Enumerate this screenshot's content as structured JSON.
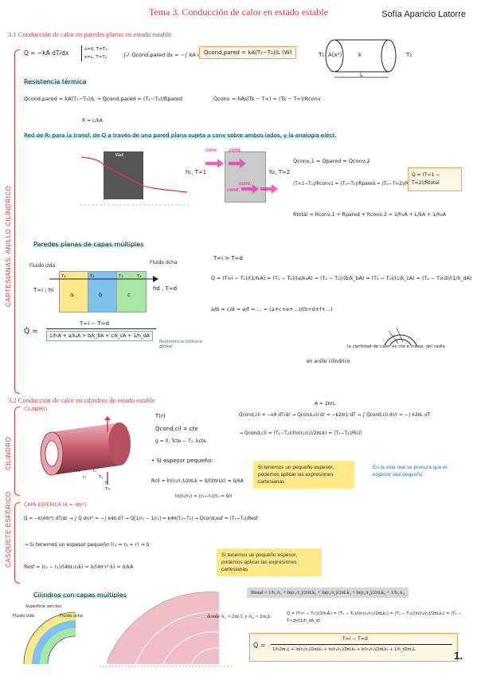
{
  "header": {
    "title": "Tema 3. Conducción de calor en estado estable",
    "author": "Sofía Aparicio Latorre"
  },
  "sections": {
    "s31": "3.1 Conducción de calor en paredes planas en estado estable",
    "s32": "3.2 Conducción de calor en cilindros de estado estable",
    "vertical_left": "CARTESIANAS, ANILLO CILÍNDRICO",
    "vertical_cyl": "CILINDRO",
    "vertical_sph": "CASQUETE ESFÉRICO"
  },
  "pared": {
    "fourier": "Q̇ = −kA dT/dx",
    "bc": "x=0, T=T₁ ; x=L, T=T₂",
    "integral": "∫₀ᴸ Q̇cond,pared dx = −∫ kA dT",
    "result_box": "Q̇cond,pared = kA(T₁−T₂)/L  (W)",
    "resistencia_title": "Resistencia térmica",
    "rcond_eq": "Q̇cond,pared = kA(T₁−T₂)/L  →  Q̇cond,pared = (T₁−T₂)/Rpared",
    "rconv_eq": "Q̇conv = hAs(Ts − T∞) = (Ts − T∞)/Rconv",
    "r_def": "R = L/kA",
    "cyl_label_A": "A(x²)",
    "cyl_label_k": "k",
    "cyl_T1": "T₁",
    "cyl_T2": "T₂",
    "cyl_L": "L"
  },
  "red": {
    "heading": "Red de Rₜ para la transf. de Q a través de una pared plana sujeta a conv sobre ambos lados, y la analogía eléct.",
    "h1": "h₁, T∞1",
    "h2": "h₂, T∞2",
    "conv1": "conv.",
    "cond": "cond.",
    "conv2": "conv.",
    "eq1": "Q̇conv,1 = Q̇pared = Q̇conv,2",
    "eq2": "(T∞1−T₁)/Rconv1 = (T₁−T₂)/Rpared = (T₂−T∞2)/Rconv2",
    "box": "Q̇ = (T∞1 − T∞2)/Rtotal",
    "total": "Rtotal = Rconv,1 + Rpared + Rconv,2 = 1/h₁A + L/kA + 1/h₂A",
    "wall_label": "Wall",
    "cond_small": "cond."
  },
  "capas": {
    "heading": "Paredes planas de capas múltiples",
    "fluido_izq": "Fluido izda",
    "fluido_dcha": "Fluido dcha",
    "t_inf_left": "T∞i ; hi",
    "t_inf_right": "hd , T∞d",
    "layers": [
      "a",
      "b",
      "c"
    ],
    "temps": [
      "T₁",
      "T₂",
      "T₃",
      "T₄"
    ],
    "cond": "T∞i > T∞d",
    "eq": "Q̇ = (T∞i − T₁)/(1/hᵢA) = (T₁ − T₂)/(a/kₐA) = (T₂ − T₃)/(b/k_bA) = (T₃ − T₄)/(c/k_cA) = (T₄ − T∞d)/(1/h_dA)",
    "prop": "a/b = c/d = e/f = ... = (a+c+e+...)/(b+d+f+...)",
    "global_num": "T∞i − T∞d",
    "global_den": "1/hᵢA + a/kₐA + b/k_bA + c/k_cA + 1/h_dA",
    "global_label": "Resistencia térmica global",
    "anillo_note": "la cantidad de calor es cte e indep. del radio",
    "anillo": "en anillo cilíndrico"
  },
  "cilindro": {
    "label": "CILINDRO",
    "tr": "T(r)",
    "qconst": "Q̇cond,cil = cte",
    "gen": "ġ = 0, Tcte − T₁,  kcte",
    "espesor": "• Si espesor pequeño:",
    "area": "A = 2πrL",
    "fourier": "Q̇cond,cil = −kA dT/dr  →  Q̇cond,cil·dr = −k2πrL·dT  →  ∫ Q̇cond,cil dr/r = −∫ k2πL dT",
    "result": "→ Q̇cond,cil = (T₁−T₂)/(ln(r₂/r₁)/2πLk) = (T₁−T₂)/Rcil",
    "rcil_small": "Rcil = ln(r₂/r₁)/2πLk = δ/(2πrLk) = δ/kA",
    "approx": "ln(r₂/r₁) ≈ (r₂−r₁)/r₁ = δ/r",
    "note1": "Si tenemos un pequeño espesor, podemos aplicar las expresiones cartesianas",
    "note2": "En la vida real se procura que el espesor sea pequeño.",
    "fig_r1": "r₁",
    "fig_r2": "r₂",
    "fig_T1": "T₁",
    "fig_T2": "T₂",
    "fig_h": "h",
    "fig_Tinf": "T∞"
  },
  "esfera": {
    "heading": "CAPA ESFÉRICA (A = 4πr²)",
    "eq": "Q̇ = −k(4πr²) dT/dr → ∫ Q̇ dr/r² = −∫ k4π dT → Q̇[1/r₁ − 1/r₂] = k4π(T₁−T₂) → Q̇cond,esf = (T₁−T₂)/Resf",
    "small": "→ Si tenemos un espesor pequeño (r₁ ≈ r₂ ≈ r) ⇒ δ",
    "resf": "Resf = (r₂ − r₁)/(4πr₁r₂k) = δ/(4π·r²·k) = δ/kA",
    "note": "Si tenemos un pequeño espesor, podemos aplicar las expresiones cartesianas"
  },
  "multicapa": {
    "heading": "Cilindros con capas múltiples",
    "fluido_izq": "Fluido izda",
    "fluido_dcha": "Fluido dcha",
    "superior": "Superficie sección",
    "rtotal": "Rtotal = 1/h₁A₁ + ln(r₂/r₁)/2πLk₁ + ln(r₃/r₂)/2πLk₂ + ln(r₄/r₃)/2πLk₃ + 1/h₂A₄",
    "donde": "donde A₁ = 2πr₁L y A₄ = 2πr₄L",
    "q_chain": "Q̇ = (T∞i − T₁)/(1/hᵢAᵢ) = (T₁ − T₂)/(ln(r₂/r₁)/2πLk₁) = (T₂ − T₃)/(ln(r₃/r₂)/2πLk₂) = (T₃ − T∞d)/(1/h_dA_d)",
    "q_box_num": "T∞i − T∞d",
    "q_box_den": "1/hᵢ2πr₁L + ln(r₂/r₁)/2πLk₁ + ln(r₃/r₂)/2πLk₂ + ln(r₄/r₃)/2πLk₃ + 1/h_d2πr₄L"
  },
  "page": "1."
}
